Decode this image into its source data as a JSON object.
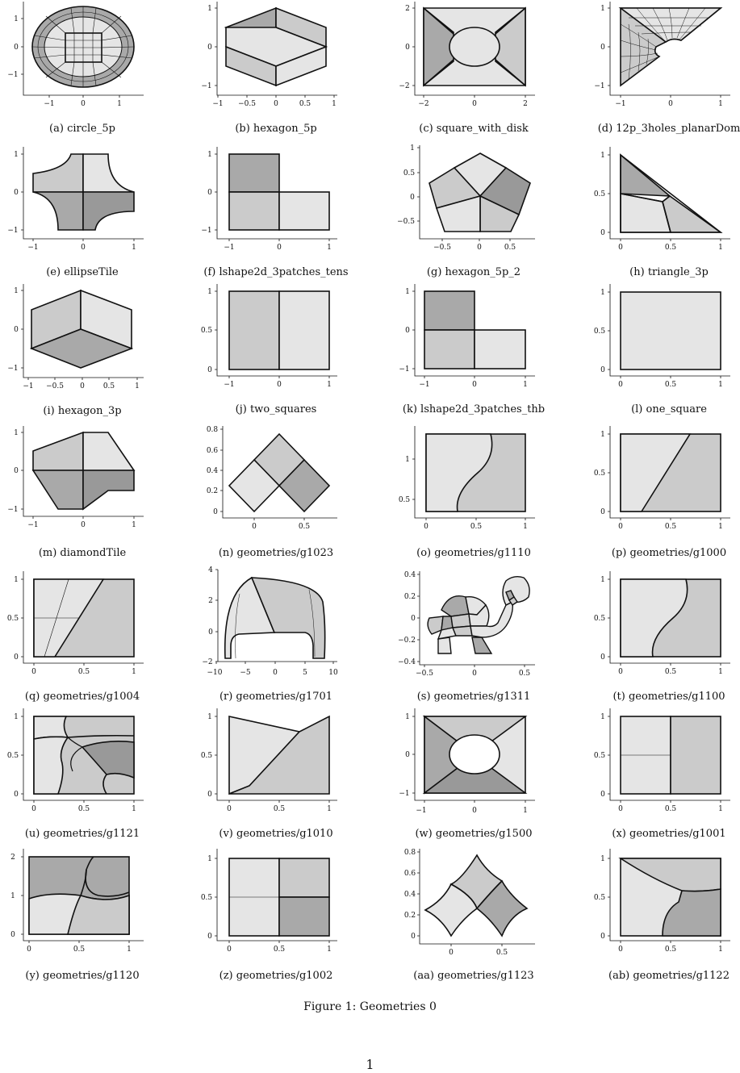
{
  "figure_caption": "Figure 1: Geometries 0",
  "page_number": "1",
  "colors": {
    "light": "#e5e5e5",
    "mid": "#cbcbcb",
    "dark": "#a9a9a9",
    "darker": "#999999",
    "stroke": "#111111"
  },
  "subfigures": [
    {
      "label": "(a)",
      "name": "circle_5p",
      "caption": "(a) circle_5p",
      "x_ticks": [
        "−1",
        "0",
        "1"
      ],
      "y_ticks": [
        "1",
        "0",
        "−1"
      ]
    },
    {
      "label": "(b)",
      "name": "hexagon_5p",
      "caption": "(b) hexagon_5p",
      "x_ticks": [
        "−1",
        "−0.5",
        "0",
        "0.5",
        "1"
      ],
      "y_ticks": [
        "1",
        "0",
        "−1"
      ]
    },
    {
      "label": "(c)",
      "name": "square_with_disk",
      "caption": "(c) square_with_disk",
      "x_ticks": [
        "−2",
        "0",
        "2"
      ],
      "y_ticks": [
        "2",
        "0",
        "−2"
      ]
    },
    {
      "label": "(d)",
      "name": "12p_3holes_planarDom",
      "caption": "(d) 12p_3holes_planarDom",
      "x_ticks": [
        "−1",
        "0",
        "1"
      ],
      "y_ticks": [
        "1",
        "0",
        "−1"
      ]
    },
    {
      "label": "(e)",
      "name": "ellipseTile",
      "caption": "(e) ellipseTile",
      "x_ticks": [
        "−1",
        "0",
        "1"
      ],
      "y_ticks": [
        "1",
        "0",
        "−1"
      ]
    },
    {
      "label": "(f)",
      "name": "lshape2d_3patches_tens",
      "caption": "(f) lshape2d_3patches_tens",
      "x_ticks": [
        "−1",
        "0",
        "1"
      ],
      "y_ticks": [
        "1",
        "0",
        "−1"
      ]
    },
    {
      "label": "(g)",
      "name": "hexagon_5p_2",
      "caption": "(g) hexagon_5p_2",
      "x_ticks": [
        "−0.5",
        "0",
        "0.5"
      ],
      "y_ticks": [
        "1",
        "0.5",
        "0",
        "−0.5"
      ]
    },
    {
      "label": "(h)",
      "name": "triangle_3p",
      "caption": "(h) triangle_3p",
      "x_ticks": [
        "0",
        "0.5",
        "1"
      ],
      "y_ticks": [
        "1",
        "0.5",
        "0"
      ]
    },
    {
      "label": "(i)",
      "name": "hexagon_3p",
      "caption": "(i) hexagon_3p",
      "x_ticks": [
        "−1",
        "−0.5",
        "0",
        "0.5",
        "1"
      ],
      "y_ticks": [
        "1",
        "0",
        "−1"
      ]
    },
    {
      "label": "(j)",
      "name": "two_squares",
      "caption": "(j) two_squares",
      "x_ticks": [
        "−1",
        "0",
        "1"
      ],
      "y_ticks": [
        "1",
        "0.5",
        "0"
      ]
    },
    {
      "label": "(k)",
      "name": "lshape2d_3patches_thb",
      "caption": "(k) lshape2d_3patches_thb",
      "x_ticks": [
        "−1",
        "0",
        "1"
      ],
      "y_ticks": [
        "1",
        "0",
        "−1"
      ]
    },
    {
      "label": "(l)",
      "name": "one_square",
      "caption": "(l) one_square",
      "x_ticks": [
        "0",
        "0.5",
        "1"
      ],
      "y_ticks": [
        "1",
        "0.5",
        "0"
      ]
    },
    {
      "label": "(m)",
      "name": "diamondTile",
      "caption": "(m) diamondTile",
      "x_ticks": [
        "−1",
        "0",
        "1"
      ],
      "y_ticks": [
        "1",
        "0",
        "−1"
      ]
    },
    {
      "label": "(n)",
      "name": "geometries/g1023",
      "caption": "(n) geometries/g1023",
      "x_ticks": [
        "0",
        "0.5"
      ],
      "y_ticks": [
        "0.8",
        "0.6",
        "0.4",
        "0.2",
        "0"
      ]
    },
    {
      "label": "(o)",
      "name": "geometries/g1110",
      "caption": "(o) geometries/g1110",
      "x_ticks": [
        "0",
        "0.5",
        "1"
      ],
      "y_ticks": [
        "1",
        "0.5"
      ]
    },
    {
      "label": "(p)",
      "name": "geometries/g1000",
      "caption": "(p) geometries/g1000",
      "x_ticks": [
        "0",
        "0.5",
        "1"
      ],
      "y_ticks": [
        "1",
        "0.5",
        "0"
      ]
    },
    {
      "label": "(q)",
      "name": "geometries/g1004",
      "caption": "(q) geometries/g1004",
      "x_ticks": [
        "0",
        "0.5",
        "1"
      ],
      "y_ticks": [
        "1",
        "0.5",
        "0"
      ]
    },
    {
      "label": "(r)",
      "name": "geometries/g1701",
      "caption": "(r) geometries/g1701",
      "x_ticks": [
        "−10",
        "−5",
        "0",
        "5",
        "10"
      ],
      "y_ticks": [
        "4",
        "2",
        "0",
        "−2"
      ]
    },
    {
      "label": "(s)",
      "name": "geometries/g1311",
      "caption": "(s) geometries/g1311",
      "x_ticks": [
        "−0.5",
        "0",
        "0.5"
      ],
      "y_ticks": [
        "0.4",
        "0.2",
        "0",
        "−0.2",
        "−0.4"
      ]
    },
    {
      "label": "(t)",
      "name": "geometries/g1100",
      "caption": "(t) geometries/g1100",
      "x_ticks": [
        "0",
        "0.5",
        "1"
      ],
      "y_ticks": [
        "1",
        "0.5",
        "0"
      ]
    },
    {
      "label": "(u)",
      "name": "geometries/g1121",
      "caption": "(u) geometries/g1121",
      "x_ticks": [
        "0",
        "0.5",
        "1"
      ],
      "y_ticks": [
        "1",
        "0.5",
        "0"
      ]
    },
    {
      "label": "(v)",
      "name": "geometries/g1010",
      "caption": "(v) geometries/g1010",
      "x_ticks": [
        "0",
        "0.5",
        "1"
      ],
      "y_ticks": [
        "1",
        "0.5",
        "0"
      ]
    },
    {
      "label": "(w)",
      "name": "geometries/g1500",
      "caption": "(w) geometries/g1500",
      "x_ticks": [
        "−1",
        "0",
        "1"
      ],
      "y_ticks": [
        "1",
        "0",
        "−1"
      ]
    },
    {
      "label": "(x)",
      "name": "geometries/g1001",
      "caption": "(x) geometries/g1001",
      "x_ticks": [
        "0",
        "0.5",
        "1"
      ],
      "y_ticks": [
        "1",
        "0.5",
        "0"
      ]
    },
    {
      "label": "(y)",
      "name": "geometries/g1120",
      "caption": "(y) geometries/g1120",
      "x_ticks": [
        "0",
        "0.5",
        "1"
      ],
      "y_ticks": [
        "2",
        "1",
        "0"
      ]
    },
    {
      "label": "(z)",
      "name": "geometries/g1002",
      "caption": "(z) geometries/g1002",
      "x_ticks": [
        "0",
        "0.5",
        "1"
      ],
      "y_ticks": [
        "1",
        "0.5",
        "0"
      ]
    },
    {
      "label": "(aa)",
      "name": "geometries/g1123",
      "caption": "(aa) geometries/g1123",
      "x_ticks": [
        "0",
        "0.5"
      ],
      "y_ticks": [
        "0.8",
        "0.6",
        "0.4",
        "0.2",
        "0"
      ]
    },
    {
      "label": "(ab)",
      "name": "geometries/g1122",
      "caption": "(ab) geometries/g1122",
      "x_ticks": [
        "0",
        "0.5",
        "1"
      ],
      "y_ticks": [
        "1",
        "0.5",
        "0"
      ]
    }
  ]
}
